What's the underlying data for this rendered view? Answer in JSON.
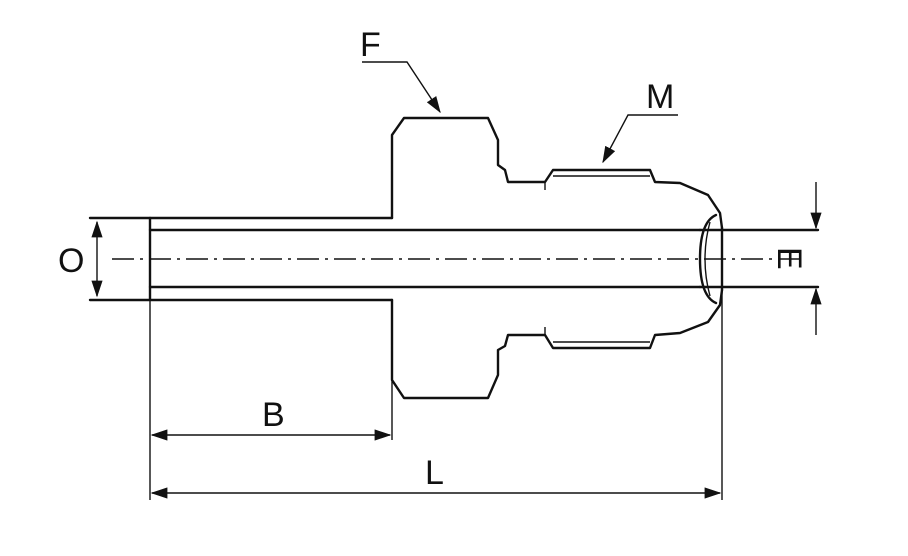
{
  "diagram": {
    "labels": {
      "F": "F",
      "M": "M",
      "O": "O",
      "E": "E",
      "B": "B",
      "L": "L"
    }
  }
}
